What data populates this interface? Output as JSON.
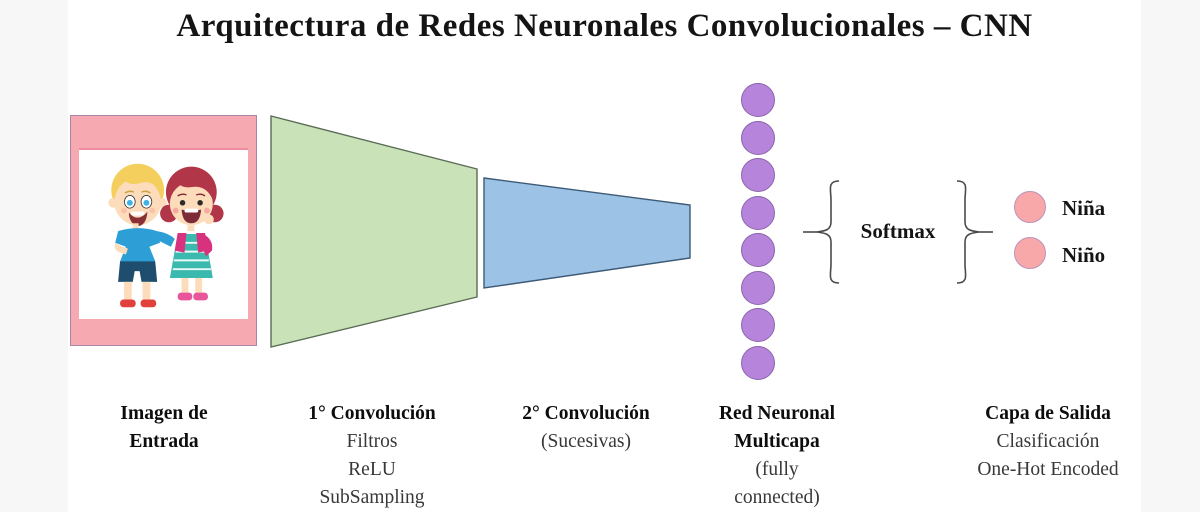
{
  "title": "Arquitectura de Redes Neuronales Convolucionales – CNN",
  "diagram": {
    "softmax_label": "Softmax",
    "network": {
      "neuron_count": 8
    },
    "output_classes": [
      {
        "label": "Niña"
      },
      {
        "label": "Niño"
      }
    ],
    "input_photo": "cartoon-boy-and-girl"
  },
  "stage_labels": {
    "input": {
      "line1": "Imagen de",
      "line2": "Entrada"
    },
    "conv1": {
      "line1": "1° Convolución",
      "line2": "Filtros",
      "line3": "ReLU",
      "line4": "SubSampling"
    },
    "conv2": {
      "line1": "2° Convolución",
      "line2": "(Sucesivas)"
    },
    "dense": {
      "line1": "Red Neuronal",
      "line2": "Multicapa",
      "line3": "(fully",
      "line4": "connected)"
    },
    "output": {
      "line1": "Capa de Salida",
      "line2": "Clasificación",
      "line3": "One-Hot Encoded"
    }
  },
  "colors": {
    "conv1_fill": "#c9e2b8",
    "conv1_stroke": "#5b6b55",
    "conv2_fill": "#9cc3e6",
    "conv2_stroke": "#3d5a76",
    "neuron_fill": "#b684da",
    "input_frame_fill": "#f6a9b1",
    "output_circle_fill": "#f8a8a8",
    "brace_stroke": "#4a4a4a"
  }
}
